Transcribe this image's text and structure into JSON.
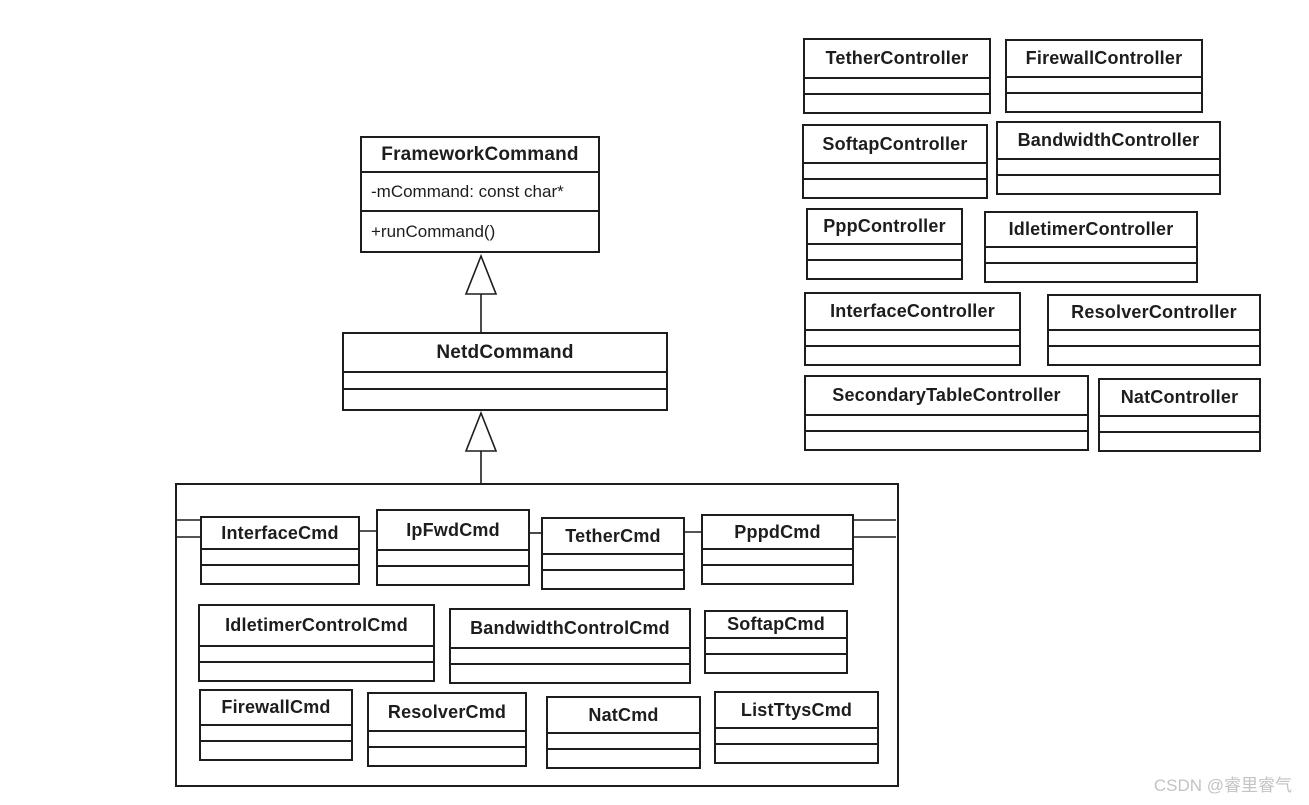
{
  "classes": {
    "framework": {
      "title": "FrameworkCommand",
      "attribute": "-mCommand: const char*",
      "method": "+runCommand()"
    },
    "netd": {
      "title": "NetdCommand"
    }
  },
  "commands": [
    {
      "title": "InterfaceCmd"
    },
    {
      "title": "IpFwdCmd"
    },
    {
      "title": "TetherCmd"
    },
    {
      "title": "PppdCmd"
    },
    {
      "title": "IdletimerControlCmd"
    },
    {
      "title": "BandwidthControlCmd"
    },
    {
      "title": "SoftapCmd"
    },
    {
      "title": "FirewallCmd"
    },
    {
      "title": "ResolverCmd"
    },
    {
      "title": "NatCmd"
    },
    {
      "title": "ListTtysCmd"
    }
  ],
  "controllers": [
    {
      "title": "TetherController"
    },
    {
      "title": "FirewallController"
    },
    {
      "title": "SoftapController"
    },
    {
      "title": "BandwidthController"
    },
    {
      "title": "PppController"
    },
    {
      "title": "IdletimerController"
    },
    {
      "title": "InterfaceController"
    },
    {
      "title": "ResolverController"
    },
    {
      "title": "SecondaryTableController"
    },
    {
      "title": "NatController"
    }
  ],
  "watermark": {
    "text": "CSDN @睿里睿气"
  },
  "colors": {
    "ink": "#1d1d1d",
    "paper": "#ffffff",
    "wm": "#c3c3c3"
  }
}
